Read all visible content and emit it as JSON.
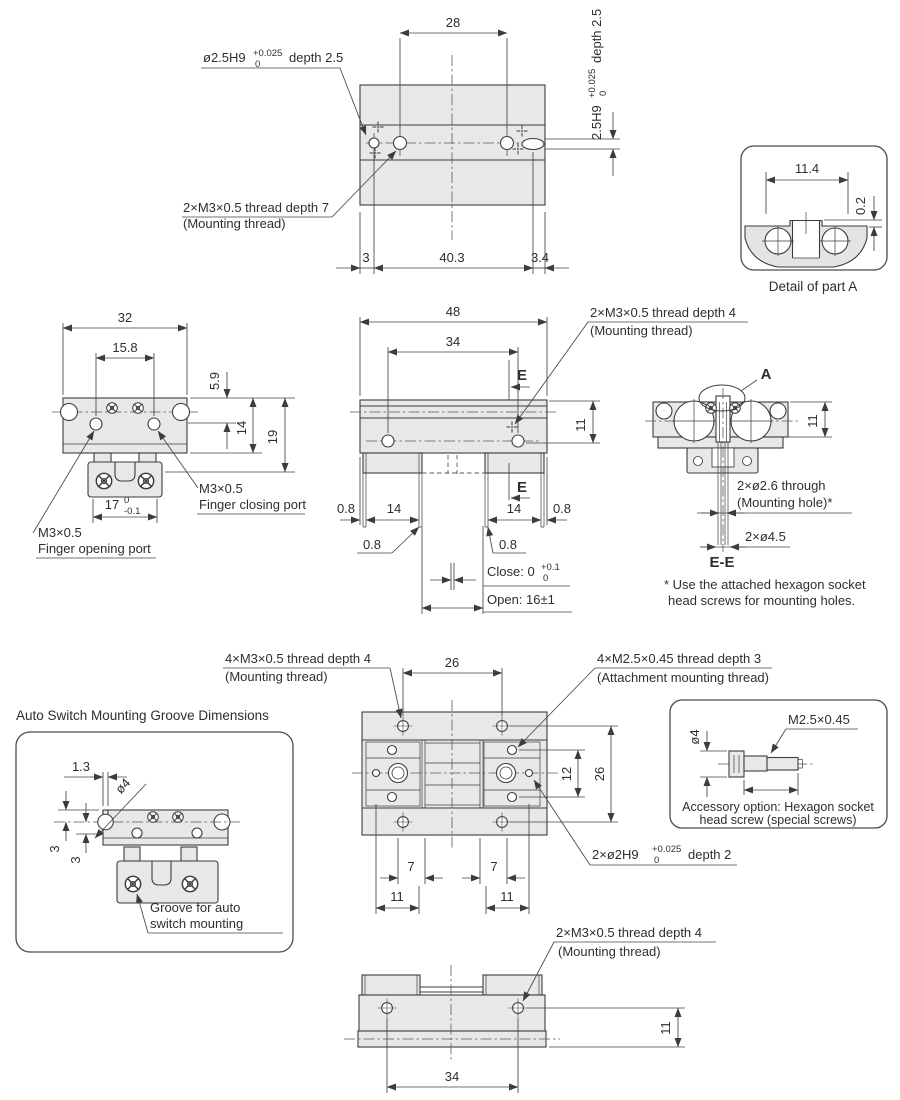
{
  "colors": {
    "body_fill": "#e8e8e8",
    "line": "#3c3c3c",
    "text": "#2e2e2e",
    "background": "#ffffff"
  },
  "top_view": {
    "dim_width_holes": "28",
    "dowel_label_prefix": "ø2.5H9",
    "dowel_tol_plus": "+0.025",
    "dowel_tol_zero": "0",
    "dowel_label_suffix": "depth 2.5",
    "thread_label_line1": "2×M3×0.5 thread depth 7",
    "thread_label_line2": "(Mounting thread)",
    "slot_label_prefix": "2.5H9",
    "slot_tol_plus": "+0.025",
    "slot_tol_zero": "0",
    "slot_label_suffix": "depth 2.5",
    "dim_left": "3",
    "dim_center": "40.3",
    "dim_right": "3.4"
  },
  "detail_a": {
    "dim_width": "11.4",
    "dim_step": "0.2",
    "caption": "Detail of part A"
  },
  "front_view": {
    "dim_width": "32",
    "dim_ports": "15.8",
    "dim_port_depth": "5.9",
    "dim_body_h": "14",
    "dim_total_h": "19",
    "dim_jaw": "17",
    "dim_jaw_tol_plus": "0",
    "dim_jaw_tol_minus": "-0.1",
    "closing_line1": "M3×0.5",
    "closing_line2": "Finger closing port",
    "opening_line1": "M3×0.5",
    "opening_line2": "Finger opening port"
  },
  "side_view": {
    "dim_width": "48",
    "dim_holes": "34",
    "section_letter": "E",
    "dim_height": "11",
    "dim_edge_left": "0.8",
    "dim_finger_left": "14",
    "dim_finger_right": "14",
    "dim_edge_right": "0.8",
    "lead_left": "0.8",
    "lead_right": "0.8",
    "close_label": "Close: 0",
    "close_tol_plus": "+0.1",
    "close_tol_zero": "0",
    "open_label": "Open: 16±1",
    "thread_line1": "2×M3×0.5 thread depth 4",
    "thread_line2": "(Mounting thread)"
  },
  "section_ee": {
    "balloon": "A",
    "dim_height": "11",
    "hole_line1": "2×ø2.6 through",
    "hole_line2": "(Mounting hole)*",
    "counterbore": "2×ø4.5",
    "caption": "E-E",
    "note_line1": "* Use the attached hexagon socket",
    "note_line2": "head screws for mounting holes."
  },
  "auto_switch": {
    "title": "Auto Switch Mounting Groove Dimensions",
    "dim_slot": "1.3",
    "dim_dia": "ø4",
    "dim_v1": "3",
    "dim_v2": "3",
    "label_line1": "Groove for auto",
    "label_line2": "switch mounting"
  },
  "attach_view": {
    "m3_line1": "4×M3×0.5 thread depth 4",
    "m3_line2": "(Mounting thread)",
    "dim_top": "26",
    "m25_line1": "4×M2.5×0.45 thread depth 3",
    "m25_line2": "(Attachment mounting thread)",
    "dim_attach": "12",
    "dim_right": "26",
    "h9_prefix": "2×ø2H9",
    "h9_tol_plus": "+0.025",
    "h9_tol_zero": "0",
    "h9_suffix": "depth 2",
    "dim_7l": "7",
    "dim_7r": "7",
    "dim_11l": "11",
    "dim_11r": "11"
  },
  "accessory": {
    "dim_dia": "ø4",
    "thread_label": "M2.5×0.45",
    "caption_line1": "Accessory option: Hexagon socket",
    "caption_line2": "head screw (special screws)"
  },
  "bottom_view": {
    "thread_line1": "2×M3×0.5 thread depth 4",
    "thread_line2": "(Mounting thread)",
    "dim_height": "11",
    "dim_holes": "34"
  }
}
